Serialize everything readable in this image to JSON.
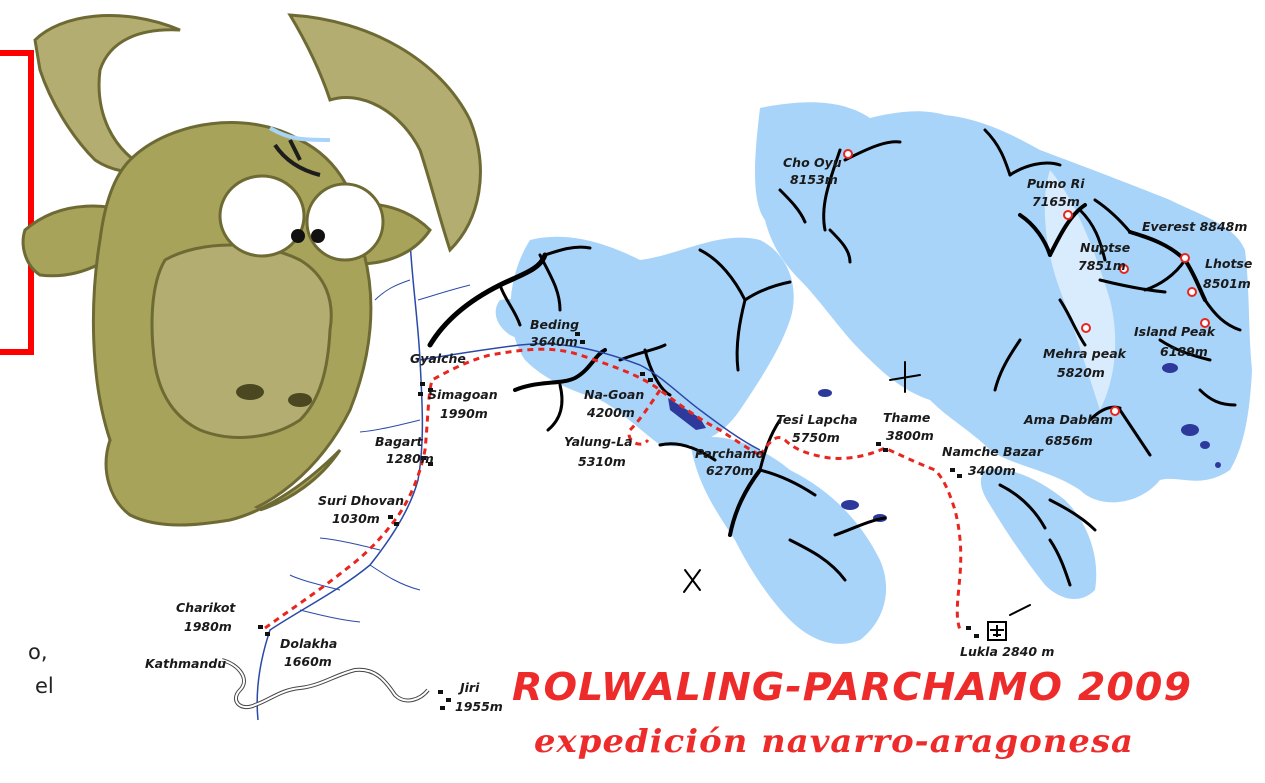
{
  "colors": {
    "glacier": "#a9d4fa",
    "route": "#e8261f",
    "river": "#2a4aa8",
    "ridge": "#000000",
    "title": "#ee2b2b",
    "yak_fur": "#a8a35a"
  },
  "side_text": {
    "line1": "o,",
    "line2": "el"
  },
  "title": {
    "main": "ROLWALING-PARCHAMO 2009",
    "sub": "expedición navarro-aragonesa"
  },
  "peaks": {
    "cho_oyu_name": "Cho Oyu",
    "cho_oyu_alt": "8153m",
    "pumo_ri_name": "Pumo Ri",
    "pumo_ri_alt": "7165m",
    "everest": "Everest 8848m",
    "nuptse_name": "Nuptse",
    "nuptse_alt": "7851m",
    "lhotse_name": "Lhotse",
    "lhotse_alt": "8501m",
    "island_peak_name": "Island Peak",
    "island_peak_alt": "6189m",
    "mehra_name": "Mehra peak",
    "mehra_alt": "5820m",
    "ama_dablam_name": "Ama Dablam",
    "ama_dablam_alt": "6856m",
    "tesi_lapcha_name": "Tesi Lapcha",
    "tesi_lapcha_alt": "5750m",
    "yalung_la_name": "Yalung-La",
    "yalung_la_alt": "5310m",
    "parchamo_name": "Parchamo",
    "parchamo_alt": "6270m"
  },
  "villages": {
    "beding_name": "Beding",
    "beding_alt": "3640m",
    "gyalche": "Gyalche",
    "simagoan_name": "Simagoan",
    "simagoan_alt": "1990m",
    "nagoan_name": "Na-Goan",
    "nagoan_alt": "4200m",
    "bagart_name": "Bagart",
    "bagart_alt": "1280m",
    "suri_name": "Suri Dhovan",
    "suri_alt": "1030m",
    "thame_name": "Thame",
    "thame_alt": "3800m",
    "namche": "Namche Bazar",
    "namche_alt": "3400m",
    "charikot_name": "Charikot",
    "charikot_alt": "1980m",
    "dolakha_name": "Dolakha",
    "dolakha_alt": "1660m",
    "kathmandu": "Kathmandu",
    "jiri_name": "Jiri",
    "jiri_alt": "1955m",
    "lukla": "Lukla 2840 m"
  },
  "icons": {
    "mascot": "yak-mascot",
    "airport": "airport-icon",
    "village": "village-icon",
    "summit": "summit-icon"
  }
}
